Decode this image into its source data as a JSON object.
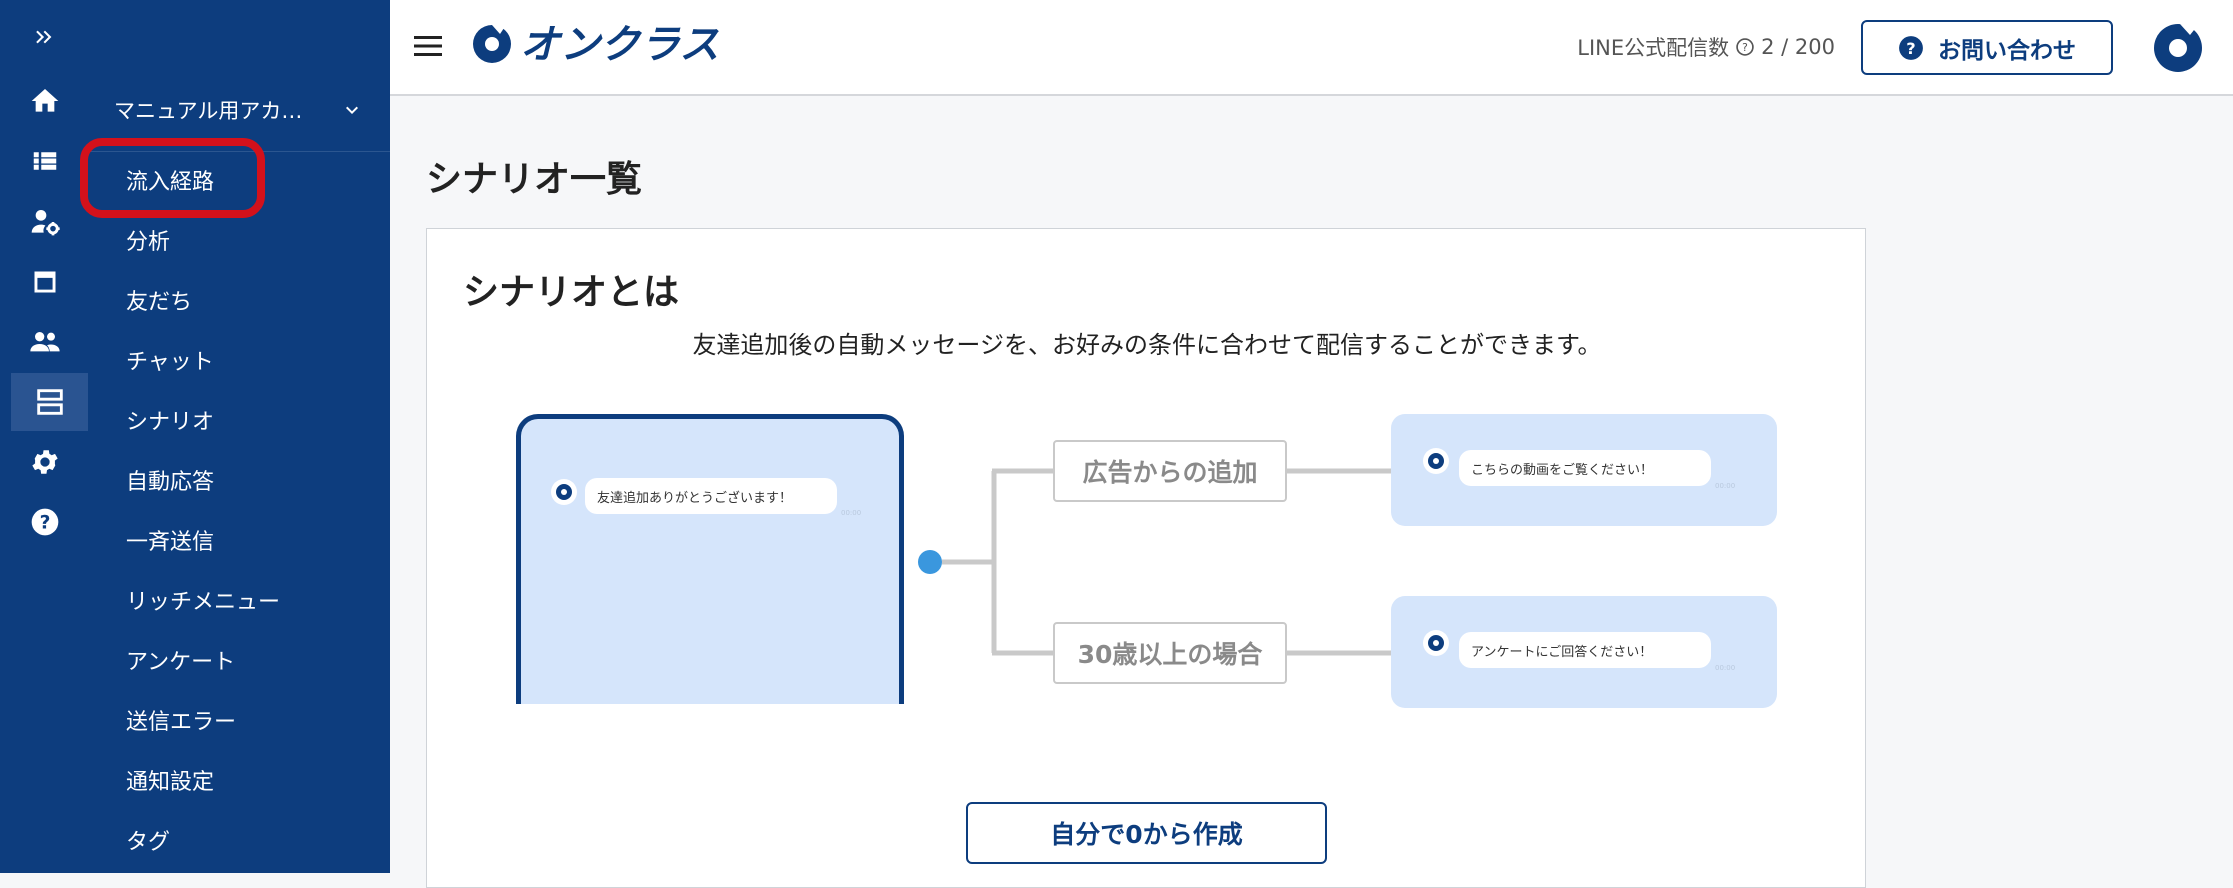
{
  "rail": {
    "items": [
      {
        "name": "expand-icon"
      },
      {
        "name": "home-icon"
      },
      {
        "name": "list-icon"
      },
      {
        "name": "user-settings-icon"
      },
      {
        "name": "window-icon"
      },
      {
        "name": "people-icon"
      },
      {
        "name": "layers-icon",
        "active": true
      },
      {
        "name": "gear-icon"
      },
      {
        "name": "help-icon"
      }
    ]
  },
  "subnav": {
    "account_name": "マニュアル用アカ…",
    "items": [
      {
        "label": "流入経路",
        "highlighted": true
      },
      {
        "label": "分析"
      },
      {
        "label": "友だち"
      },
      {
        "label": "チャット"
      },
      {
        "label": "シナリオ"
      },
      {
        "label": "自動応答"
      },
      {
        "label": "一斉送信"
      },
      {
        "label": "リッチメニュー"
      },
      {
        "label": "アンケート"
      },
      {
        "label": "送信エラー"
      },
      {
        "label": "通知設定"
      },
      {
        "label": "タグ"
      }
    ]
  },
  "header": {
    "logo_text": "オンクラス",
    "line_count_label": "LINE公式配信数",
    "line_count_value": "2 / 200",
    "contact_label": "お問い合わせ"
  },
  "main": {
    "page_title": "シナリオ一覧",
    "card": {
      "title": "シナリオとは",
      "description": "友達追加後の自動メッセージを、お好みの条件に合わせて配信することができます。",
      "diagram": {
        "welcome_message": "友達追加ありがとうございます！",
        "branches": [
          {
            "condition": "広告からの追加",
            "message": "こちらの動画をご覧ください！"
          },
          {
            "condition": "30歳以上の場合",
            "message": "アンケートにご回答ください！"
          }
        ],
        "time_label": "00:00"
      },
      "create_button": "自分で0から作成"
    }
  },
  "colors": {
    "sidebar": "#0d3d7e",
    "accent": "#0d3d7e",
    "highlight": "#d3111b",
    "bubble_bg": "#d5e5fb",
    "branch_dot": "#3a97de"
  }
}
